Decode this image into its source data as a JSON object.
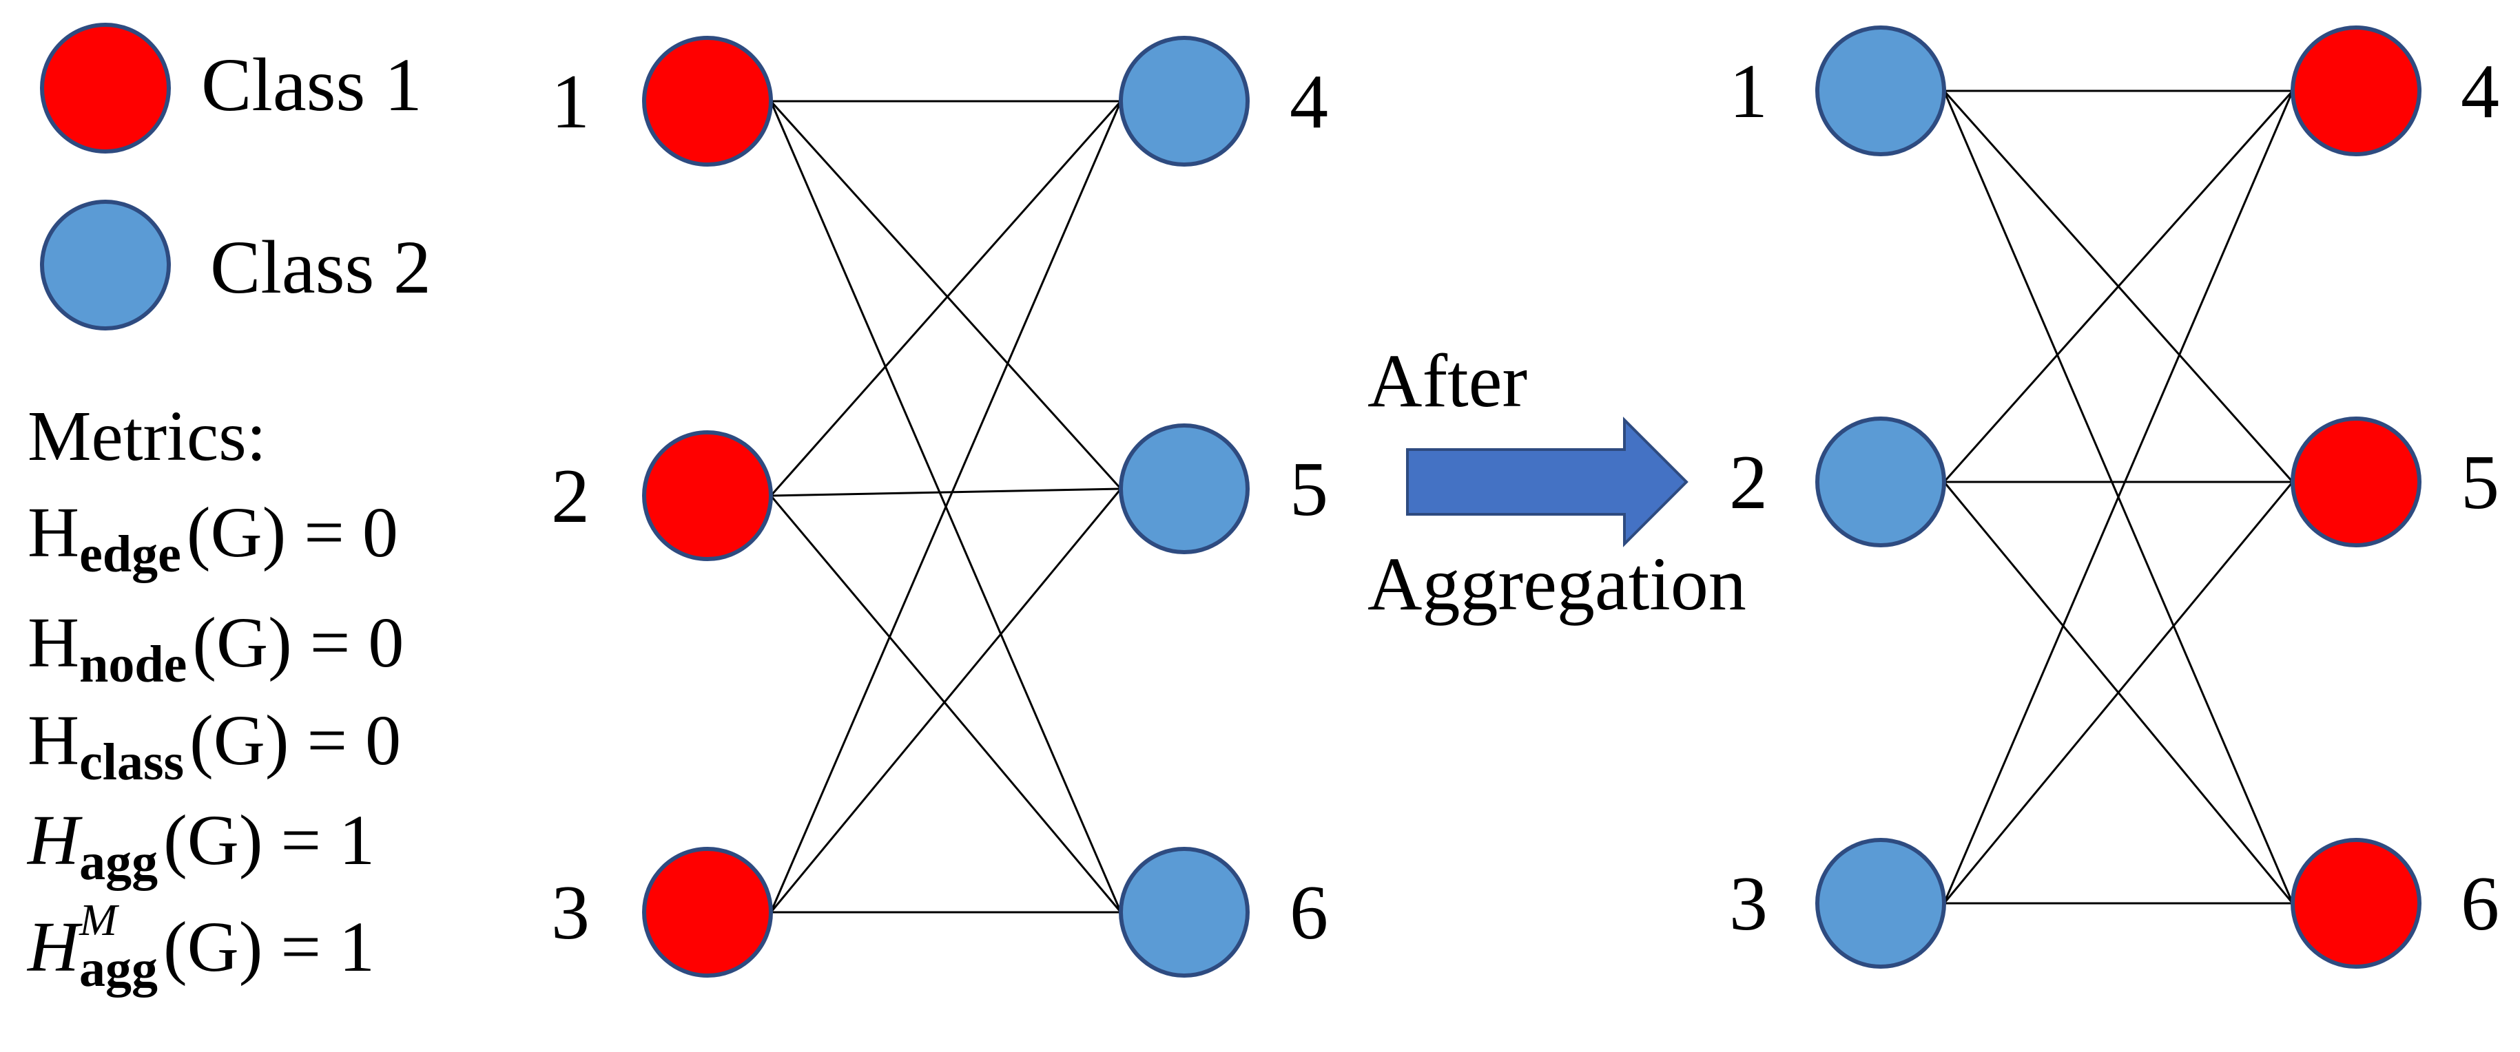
{
  "colors": {
    "class1": "#ff0000",
    "class2": "#5b9bd5",
    "node_outline": "#2e4b80",
    "arrow": "#4472c4"
  },
  "legend": {
    "class1_label": "Class 1",
    "class2_label": "Class 2"
  },
  "metrics": {
    "title": "Metrics:",
    "edge": {
      "symbol": "H",
      "sub": "edge",
      "rest": "(G) = 0"
    },
    "node": {
      "symbol": "H",
      "sub": "node",
      "rest": "(G) = 0"
    },
    "class": {
      "symbol": "H",
      "sub": "class",
      "rest": "(G) = 0"
    },
    "agg": {
      "symbol": "H",
      "sub": "agg",
      "rest": "(G) = 1"
    },
    "agg_m": {
      "symbol": "H",
      "sup": "M",
      "sub": "agg",
      "rest": "(G) = 1"
    }
  },
  "arrow": {
    "top_label": "After",
    "bottom_label": "Aggregation"
  },
  "graphs": {
    "before": {
      "left": [
        {
          "label": "1",
          "class": 1
        },
        {
          "label": "2",
          "class": 1
        },
        {
          "label": "3",
          "class": 1
        }
      ],
      "right": [
        {
          "label": "4",
          "class": 2
        },
        {
          "label": "5",
          "class": 2
        },
        {
          "label": "6",
          "class": 2
        }
      ]
    },
    "after": {
      "left": [
        {
          "label": "1",
          "class": 2
        },
        {
          "label": "2",
          "class": 2
        },
        {
          "label": "3",
          "class": 2
        }
      ],
      "right": [
        {
          "label": "4",
          "class": 1
        },
        {
          "label": "5",
          "class": 1
        },
        {
          "label": "6",
          "class": 1
        }
      ]
    }
  }
}
